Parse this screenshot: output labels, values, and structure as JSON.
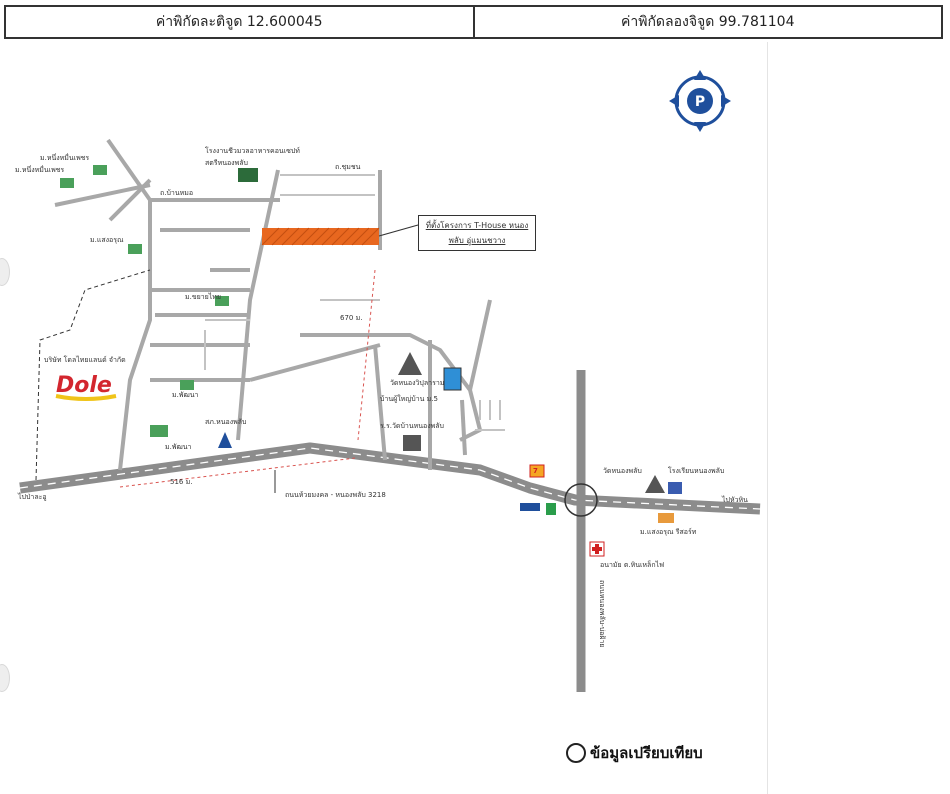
{
  "header": {
    "latitude_label": "ค่าพิกัดละติจูด 12.600045",
    "longitude_label": "ค่าพิกัดลองจิจูด 99.781104"
  },
  "map": {
    "site_label": "ที่ตั้งโครงการ T-House หนองพลับ อู่แมนชวาง",
    "dole_logo": "Dole",
    "dole_company": "บริษัท โดลไทยแลนด์ จำกัด",
    "distance_top": "670 ม.",
    "distance_bottom": "516 ม.",
    "road_name": "ถนนห้วยมงคล - หนองพลับ 3218",
    "dir_left": "ไปป่าละอู",
    "dir_right": "ไปหัวหิน",
    "police_station": "สภ.หนองพลับ",
    "temple_1": "วัดหนองพลับ",
    "school": "โรงเรียนหนองพลับ",
    "hospital": "อนามัย ต.หินเหล็กไฟ",
    "pond_temple": "วัดหนองวิปุลาราม",
    "village_left_1": "ม.หนึ่งหมื่นเพชร",
    "village_left_2": "ม.หนึ่งหมื่นเพชร",
    "village_mid": "ม.แสงอรุณ",
    "village_moo": "ม.ขยายไทย",
    "village_bottom": "ม.พัฒนา",
    "village_b2": "ม.พัฒนา",
    "factory": "โรงงานชีวมวลอาหารคอนเซปท์",
    "factory_2": "สตรีหนองพลับ",
    "temple_home": "ม.แสงอรุณ รีสอร์ท",
    "school_2": "บ้านผู้ใหญ่บ้าน ม.5",
    "school_3": "ร.ร.วัดบ้านหนองพลับ",
    "road_vertical": "ถนนหนองพลับ-บ่อฝ้าย",
    "road_top": "ถ.บ้านหมอ",
    "road_top2": "ถ.ชุมชน",
    "icon_7": "7",
    "footer_note": "ข้อมูลเปรียบเทียบ"
  },
  "colors": {
    "road": "#8c8c8c",
    "site": "#e8671f",
    "pond": "#2f8fd6",
    "distance": "#d9534f",
    "compass": "#1f4f9c"
  }
}
